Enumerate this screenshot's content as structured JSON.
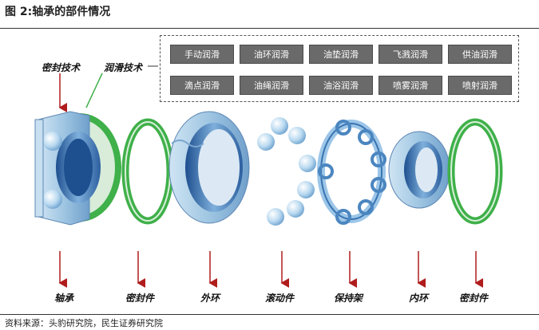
{
  "figure": {
    "title": "图 2:轴承的部件情况",
    "source": "资料来源：头豹研究院，民生证券研究院"
  },
  "callouts": {
    "seal_tech": "密封技术",
    "lube_tech": "润滑技术"
  },
  "lubrication_methods": [
    "手动润滑",
    "油环润滑",
    "油垫润滑",
    "飞溅润滑",
    "供油润滑",
    "滴点润滑",
    "油绳润滑",
    "油浴润滑",
    "喷雾润滑",
    "喷射润滑"
  ],
  "parts": [
    "轴承",
    "密封件",
    "外环",
    "滚动件",
    "保持架",
    "内环",
    "密封件"
  ],
  "colors": {
    "ring_blue": "#a9cde6",
    "ring_dark": "#3f6fa8",
    "seal_green": "#3fb04a",
    "arrow_red": "#b01c1c",
    "lube_box": "#6a6a6a"
  }
}
